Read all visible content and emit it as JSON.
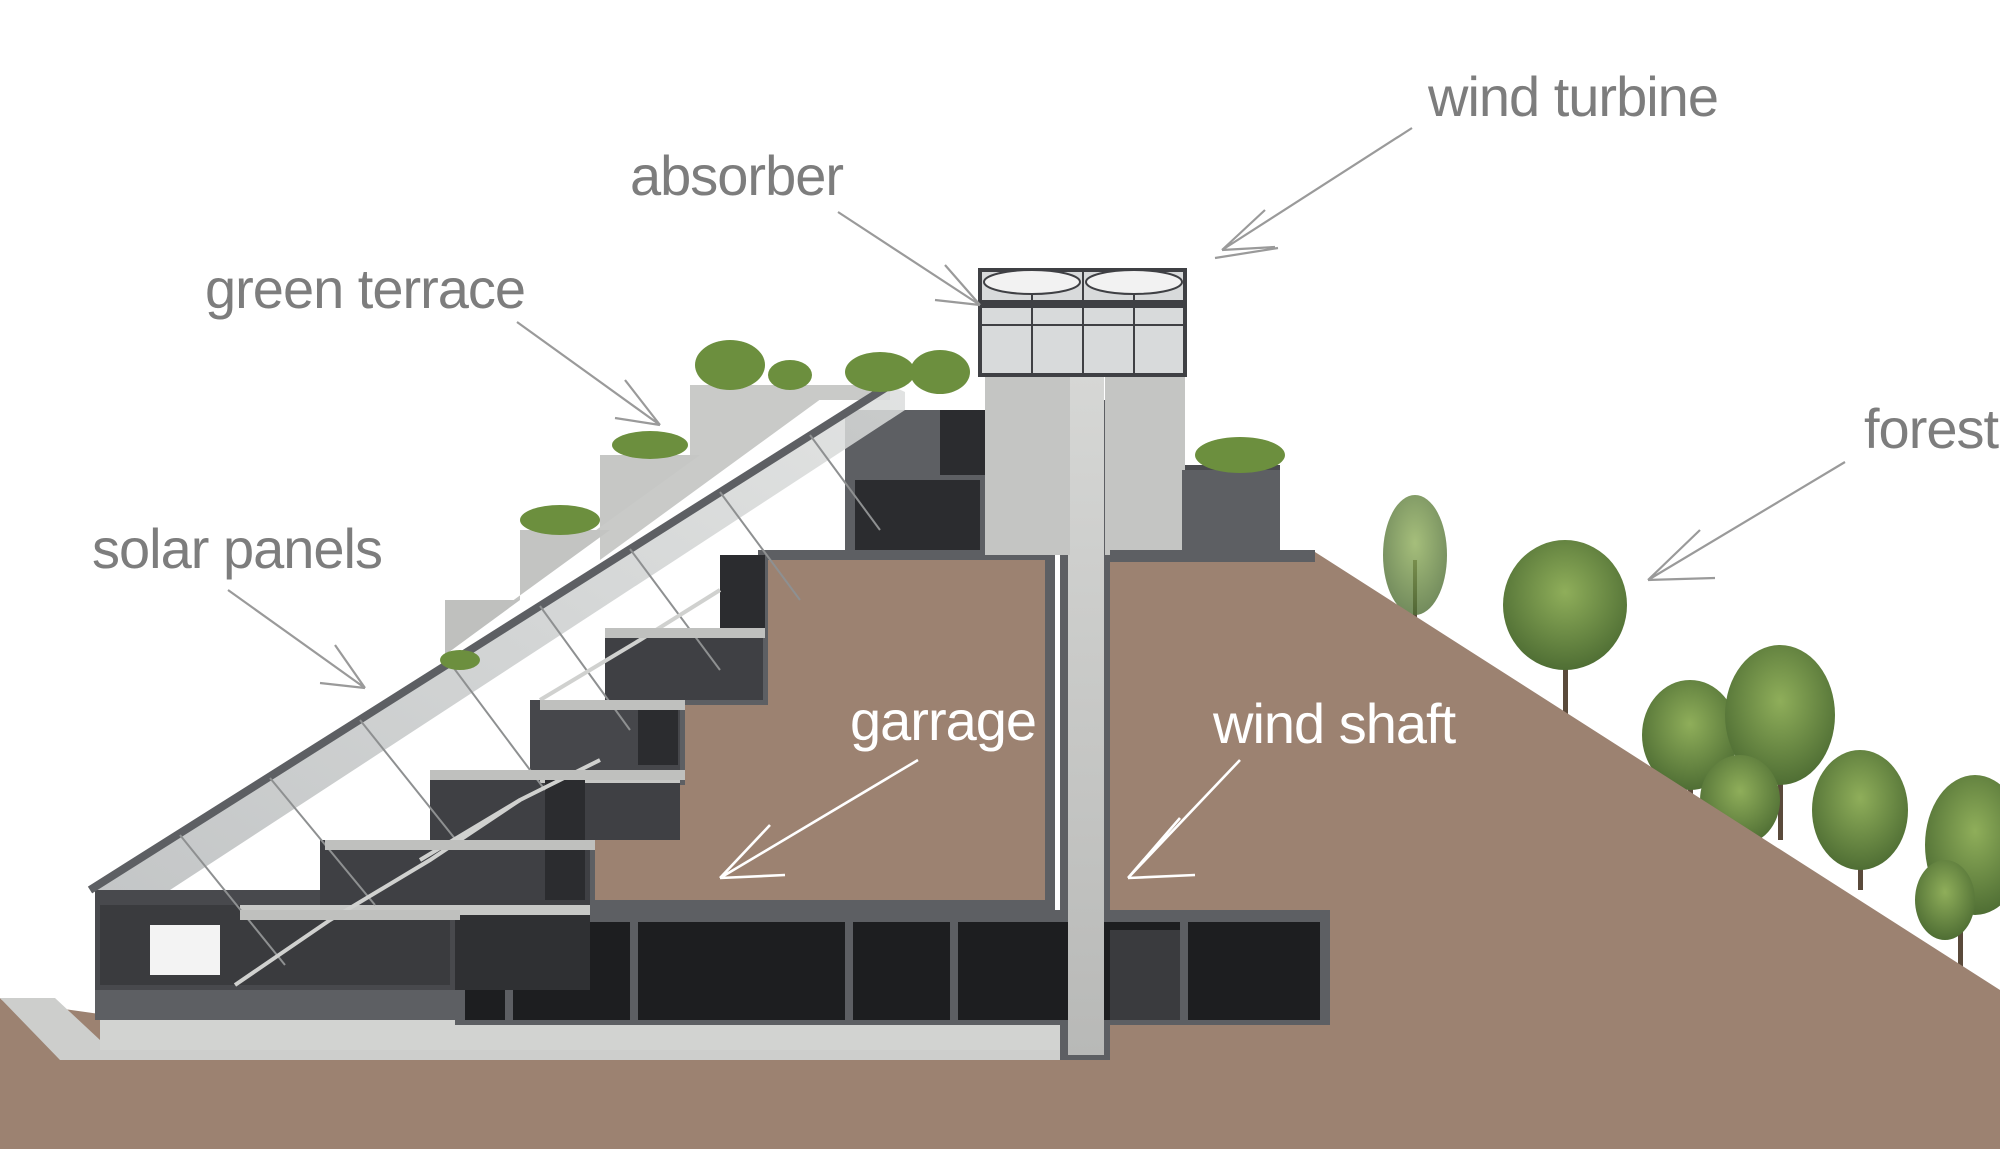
{
  "labels": {
    "wind_turbine": "wind turbine",
    "absorber": "absorber",
    "green_terrace": "green terrace",
    "forest": "forest",
    "solar_panels": "solar panels",
    "garrage": "garrage",
    "wind_shaft": "wind shaft"
  },
  "colors": {
    "earth": "#9c8271",
    "concrete": "#c9cac8",
    "wall": "#5d5f63",
    "dark_interior": "#2a2b2e",
    "vegetation": "#6c8f3e",
    "label_dark": "#7d7d7d",
    "label_light": "#ffffff"
  }
}
